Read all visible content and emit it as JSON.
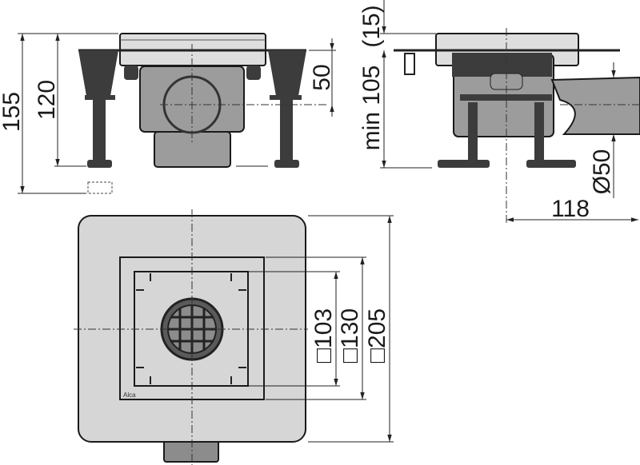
{
  "front_view": {
    "dim_total_height": "155",
    "dim_height": "120",
    "dim_outlet_axis": "50"
  },
  "side_view": {
    "dim_min_height": "min 105",
    "dim_frame": "(15)",
    "dim_outlet_diameter": "Ø50",
    "dim_outlet_reach": "118"
  },
  "top_view": {
    "dim_grate": "□103",
    "dim_frame": "□130",
    "dim_flange": "□205",
    "brand_logo": "Alca"
  },
  "colors": {
    "body": "#9c9c9c",
    "dark": "#3c3c3c",
    "frame": "#dedede",
    "flange": "#d6d6d6"
  }
}
